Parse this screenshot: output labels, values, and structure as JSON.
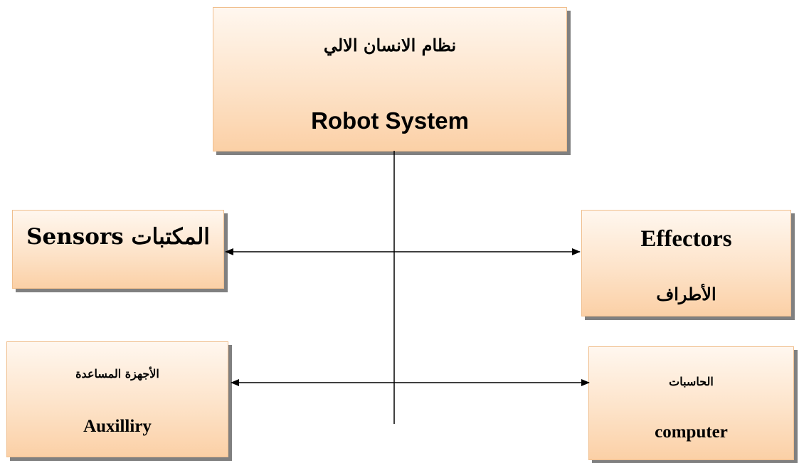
{
  "diagram": {
    "robot_system": {
      "arabic_label": "نظام الانسان الالي",
      "english_label": "Robot System"
    },
    "sensors": {
      "label": "المكتبات Sensors"
    },
    "effectors": {
      "english_label": "Effectors",
      "arabic_label": "الأطراف"
    },
    "auxiliary": {
      "arabic_label": "الأجهزة المساعدة",
      "english_label": "Auxilliry"
    },
    "computer": {
      "arabic_label": "الحاسبات",
      "english_label": "computer"
    },
    "colors": {
      "box_border": "#f0bf8e",
      "box_fill_top": "#fff7ef",
      "box_fill_bottom": "#fbd0a6",
      "shadow": "#808080",
      "line": "#000000"
    }
  }
}
